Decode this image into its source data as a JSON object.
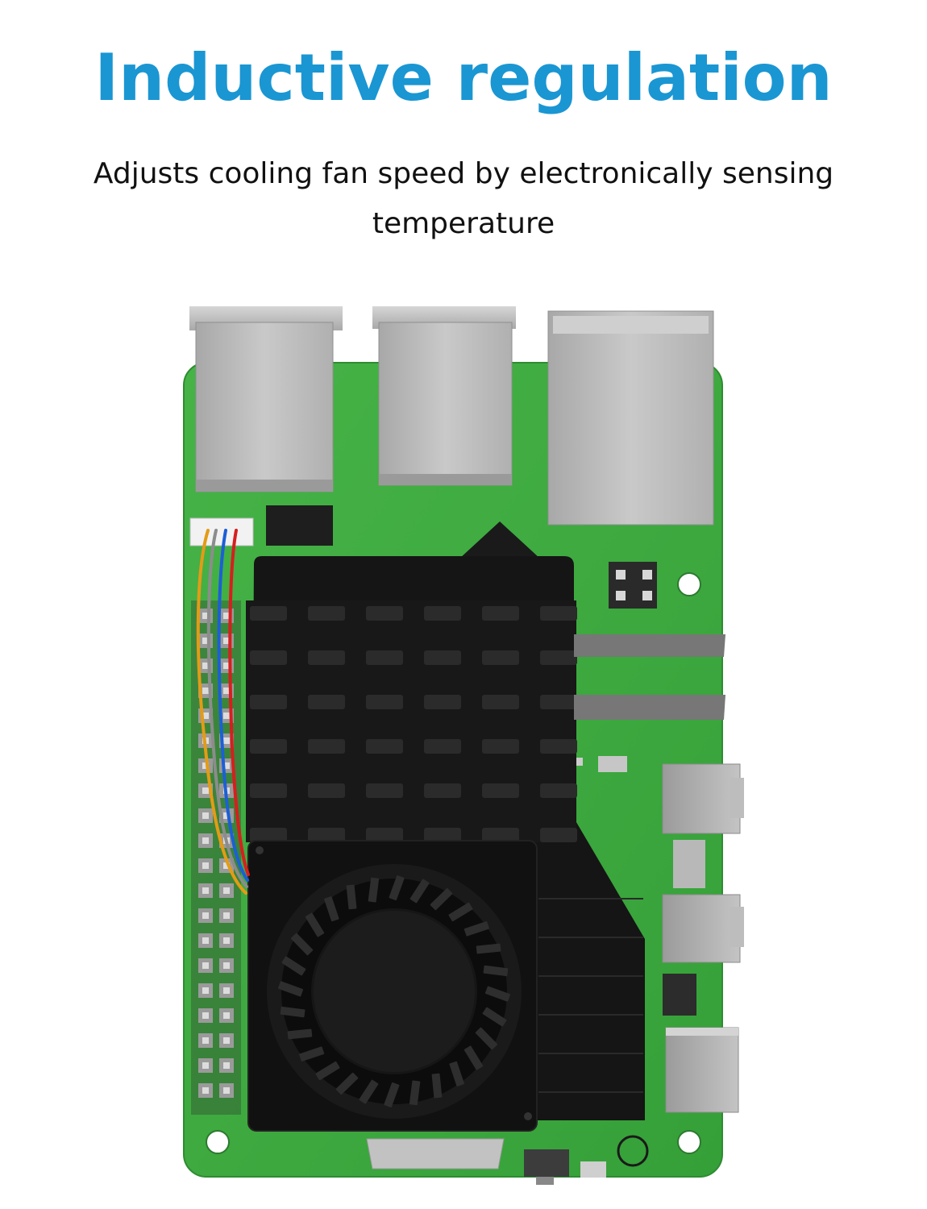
{
  "title": "Inductive regulation",
  "subtitle": "Adjusts cooling fan speed by electronically sensing temperature",
  "colors": {
    "accent": "#1a96d3",
    "board": "#3daa3f",
    "heatsink": "#141414",
    "port_metal": "#b9b9b9",
    "wire_colors": [
      "#e39b16",
      "#8c8c8c",
      "#1c5fd6",
      "#d81e1e"
    ]
  },
  "illustration": {
    "subject": "green single-board computer with black heatsink and blower fan",
    "icon": "board-with-fan-icon"
  }
}
